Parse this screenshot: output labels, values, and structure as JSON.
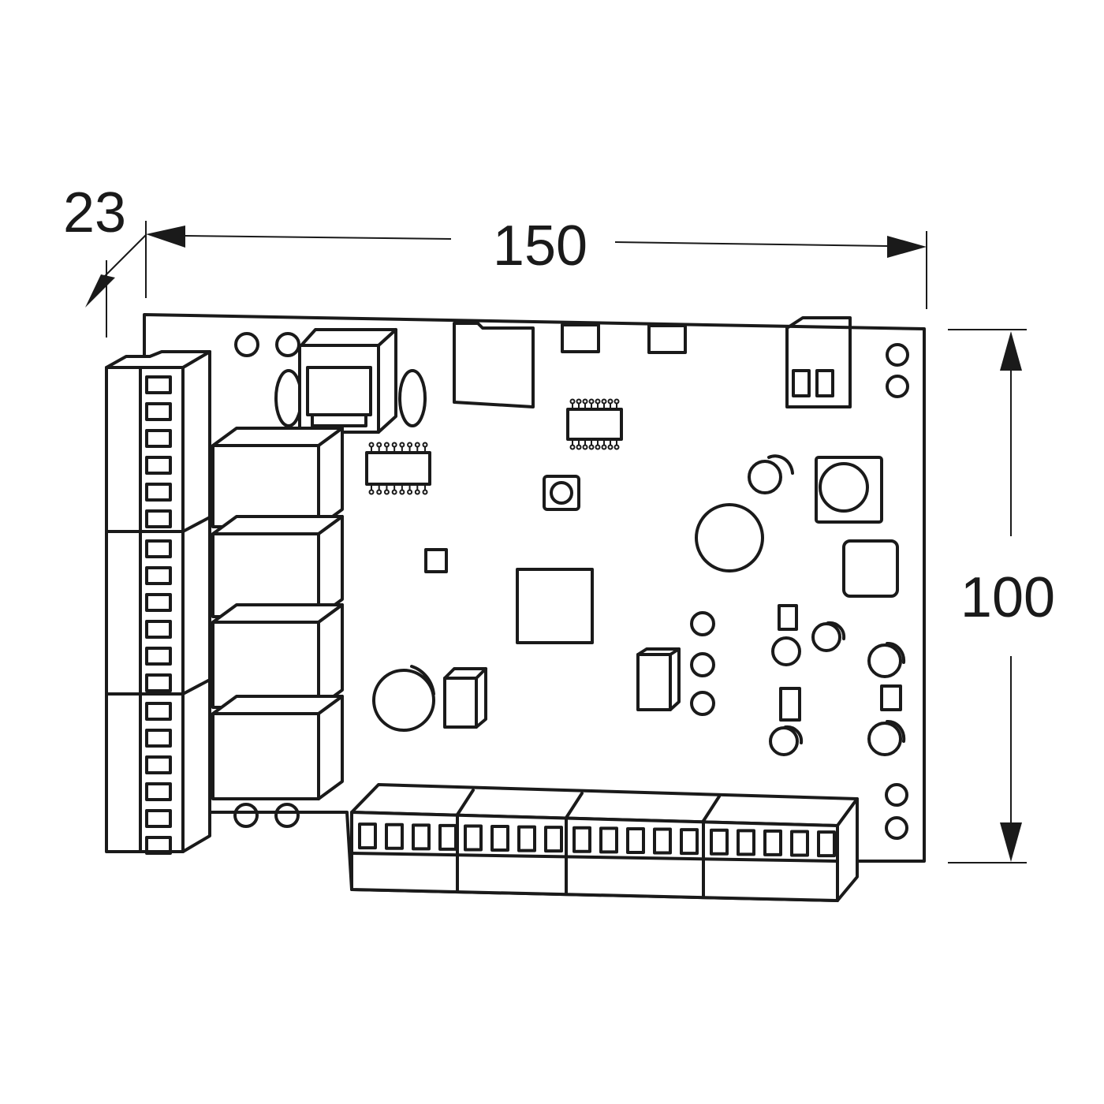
{
  "diagram": {
    "dimensions": {
      "depth": "23",
      "width": "150",
      "height": "100"
    },
    "colors": {
      "line": "#1a1a1a",
      "background": "#ffffff"
    }
  }
}
